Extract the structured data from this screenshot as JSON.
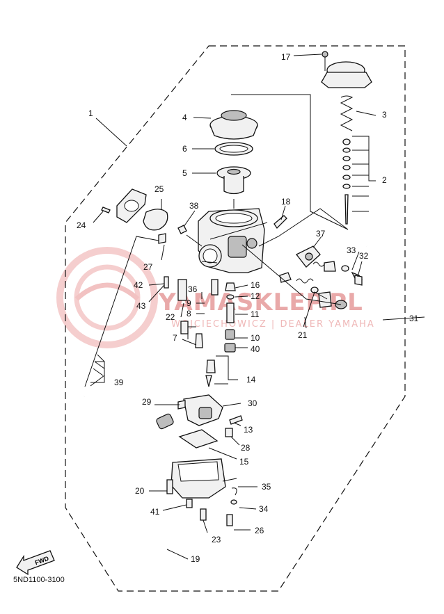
{
  "diagram_code": "5ND1100-3100",
  "fwd_label": "FWD",
  "watermark": {
    "main": "YAMASKLEP.PL",
    "sub": "WOJCIECHOWICZ | DEALER YAMAHA"
  },
  "callouts": [
    {
      "id": "c1",
      "n": "1"
    },
    {
      "id": "c2",
      "n": "2"
    },
    {
      "id": "c3",
      "n": "3"
    },
    {
      "id": "c4",
      "n": "4"
    },
    {
      "id": "c5",
      "n": "5"
    },
    {
      "id": "c6",
      "n": "6"
    },
    {
      "id": "c7",
      "n": "7"
    },
    {
      "id": "c8",
      "n": "8"
    },
    {
      "id": "c9",
      "n": "9"
    },
    {
      "id": "c10",
      "n": "10"
    },
    {
      "id": "c11",
      "n": "11"
    },
    {
      "id": "c12",
      "n": "12"
    },
    {
      "id": "c13",
      "n": "13"
    },
    {
      "id": "c14",
      "n": "14"
    },
    {
      "id": "c15",
      "n": "15"
    },
    {
      "id": "c16",
      "n": "16"
    },
    {
      "id": "c17",
      "n": "17"
    },
    {
      "id": "c18",
      "n": "18"
    },
    {
      "id": "c19",
      "n": "19"
    },
    {
      "id": "c20",
      "n": "20"
    },
    {
      "id": "c21",
      "n": "21"
    },
    {
      "id": "c22",
      "n": "22"
    },
    {
      "id": "c23",
      "n": "23"
    },
    {
      "id": "c24",
      "n": "24"
    },
    {
      "id": "c25",
      "n": "25"
    },
    {
      "id": "c26",
      "n": "26"
    },
    {
      "id": "c27",
      "n": "27"
    },
    {
      "id": "c28",
      "n": "28"
    },
    {
      "id": "c29",
      "n": "29"
    },
    {
      "id": "c30",
      "n": "30"
    },
    {
      "id": "c31",
      "n": "31"
    },
    {
      "id": "c32",
      "n": "32"
    },
    {
      "id": "c33",
      "n": "33"
    },
    {
      "id": "c34",
      "n": "34"
    },
    {
      "id": "c35",
      "n": "35"
    },
    {
      "id": "c36",
      "n": "36"
    },
    {
      "id": "c37",
      "n": "37"
    },
    {
      "id": "c38",
      "n": "38"
    },
    {
      "id": "c39",
      "n": "39"
    },
    {
      "id": "c40",
      "n": "40"
    },
    {
      "id": "c41",
      "n": "41"
    },
    {
      "id": "c42",
      "n": "42"
    },
    {
      "id": "c43",
      "n": "43"
    }
  ]
}
